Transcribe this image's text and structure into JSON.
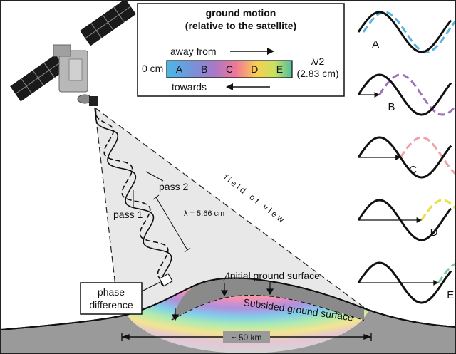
{
  "legend": {
    "title_line1": "ground motion",
    "title_line2": "(relative to the satellite)",
    "away_label": "away from",
    "towards_label": "towards",
    "zero_label": "0 cm",
    "half_wavelength": "λ/2",
    "half_wavelength_value": "(2.83 cm)",
    "bar_letters": [
      "A",
      "B",
      "C",
      "D",
      "E"
    ],
    "bar_colors": [
      "#5ab4e0",
      "#a070c0",
      "#f07080",
      "#e8e040",
      "#60c090"
    ]
  },
  "diagram": {
    "pass1_label": "pass 1",
    "pass2_label": "pass 2",
    "wavelength_label": "λ = 5.66 cm",
    "phase_label_line1": "phase",
    "phase_label_line2": "difference",
    "fov_label": "f i e l d   o f   v i e w",
    "initial_surface_label": "Initial ground surface",
    "subsided_surface_label": "Subsided ground surface",
    "scale_label": "~ 50 km"
  },
  "panels": [
    {
      "letter": "A",
      "color": "#5ab4e0",
      "phase_shift": 0.06
    },
    {
      "letter": "B",
      "color": "#a070c0",
      "phase_shift": 0.25
    },
    {
      "letter": "C",
      "color": "#f0a0a8",
      "phase_shift": 0.5
    },
    {
      "letter": "D",
      "color": "#e8e040",
      "phase_shift": 0.75
    },
    {
      "letter": "E",
      "color": "#80c8a0",
      "phase_shift": 0.95
    }
  ]
}
